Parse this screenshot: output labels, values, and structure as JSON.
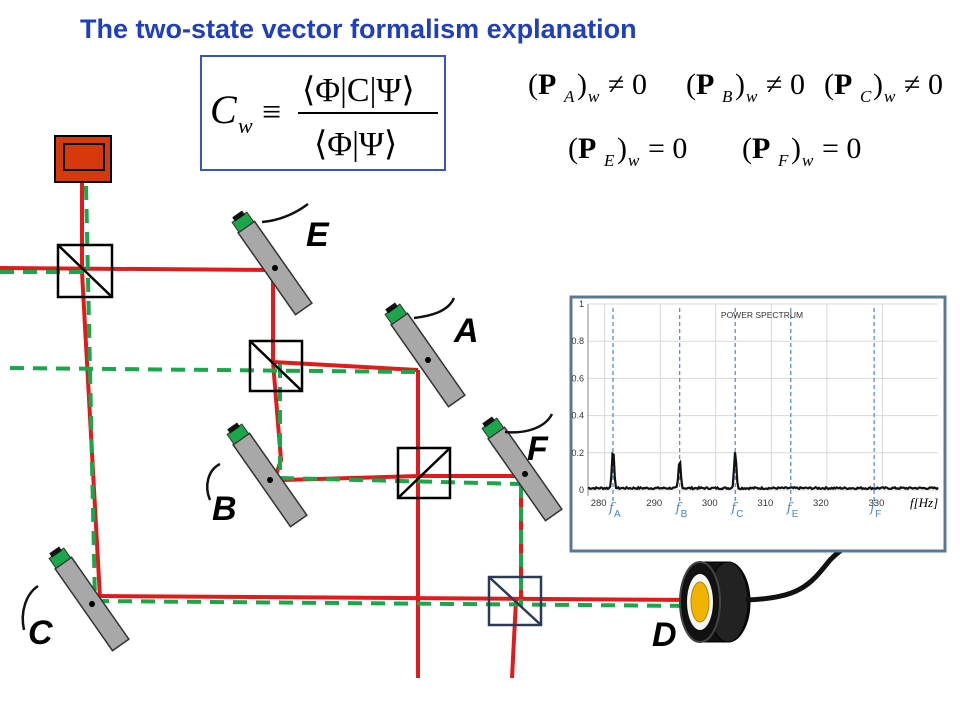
{
  "title": "The two-state vector formalism explanation",
  "formula": {
    "lhs_symbol": "C",
    "lhs_subscript": "w",
    "equiv": "≡",
    "numerator": "⟨Φ|C|Ψ⟩",
    "denominator": "⟨Φ|Ψ⟩"
  },
  "weak_values": [
    {
      "label": "P",
      "sub": "A",
      "w": "w",
      "relation": "≠ 0"
    },
    {
      "label": "P",
      "sub": "B",
      "w": "w",
      "relation": "≠ 0"
    },
    {
      "label": "P",
      "sub": "C",
      "w": "w",
      "relation": "≠ 0"
    },
    {
      "label": "P",
      "sub": "E",
      "w": "w",
      "relation": "= 0"
    },
    {
      "label": "P",
      "sub": "F",
      "w": "w",
      "relation": "= 0"
    }
  ],
  "mirror_labels": {
    "A": "A",
    "B": "B",
    "C": "C",
    "D": "D",
    "E": "E",
    "F": "F"
  },
  "colors": {
    "red_beam": "#e01b1b",
    "green_beam": "#1aa64a",
    "mirror": "#a8a8a8",
    "title_blue": "#1f3fbf",
    "chart_blue": "#4a86c8",
    "detector_yellow": "#f0b400",
    "source": "#d63a0c"
  },
  "chart_data": {
    "type": "line",
    "title": "POWER SPECTRUM",
    "xlabel": "f[Hz]",
    "ylabel": "",
    "x_ticks": [
      280,
      290,
      300,
      310,
      320,
      330
    ],
    "y_ticks": [
      0,
      0.2,
      0.4,
      0.6,
      0.8,
      1
    ],
    "xlim": [
      277,
      340
    ],
    "ylim": [
      0,
      1
    ],
    "grid": true,
    "peaks": [
      {
        "x": 281.5,
        "y": 0.21
      },
      {
        "x": 293.5,
        "y": 0.15
      },
      {
        "x": 303.5,
        "y": 0.2
      }
    ],
    "noise_level": 0.01,
    "markers": [
      {
        "x": 281.5,
        "label": "f",
        "sub": "A"
      },
      {
        "x": 293.5,
        "label": "f",
        "sub": "B"
      },
      {
        "x": 303.5,
        "label": "f",
        "sub": "C"
      },
      {
        "x": 313.5,
        "label": "f",
        "sub": "E"
      },
      {
        "x": 328.5,
        "label": "f",
        "sub": "F"
      }
    ]
  }
}
